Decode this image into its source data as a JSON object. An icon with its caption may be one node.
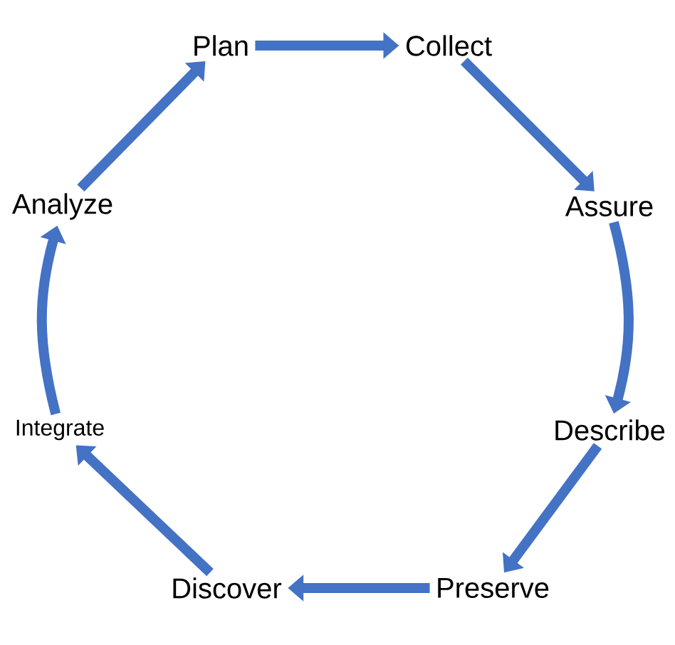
{
  "diagram": {
    "nodes": [
      {
        "text": [
          "Plan"
        ]
      },
      {
        "text": [
          "Collect"
        ]
      },
      {
        "text": [
          "Assure"
        ]
      },
      {
        "text": [
          "Describe"
        ]
      },
      {
        "text": [
          "Preserve"
        ]
      },
      {
        "text": [
          "Discover"
        ]
      },
      {
        "text": [
          "Integrate"
        ]
      },
      {
        "text": [
          "Analyze"
        ]
      }
    ],
    "edges": [
      {
        "from": 0,
        "to": 1,
        "arrow": "to"
      },
      {
        "from": 1,
        "to": 2,
        "arrow": "to"
      },
      {
        "from": 2,
        "to": 3,
        "arrow": "to"
      },
      {
        "from": 3,
        "to": 4,
        "arrow": "to"
      },
      {
        "from": 4,
        "to": 5,
        "arrow": "to"
      },
      {
        "from": 5,
        "to": 6,
        "arrow": "to"
      },
      {
        "from": 6,
        "to": 7,
        "arrow": "to"
      },
      {
        "from": 7,
        "to": 0,
        "arrow": "to"
      }
    ]
  }
}
